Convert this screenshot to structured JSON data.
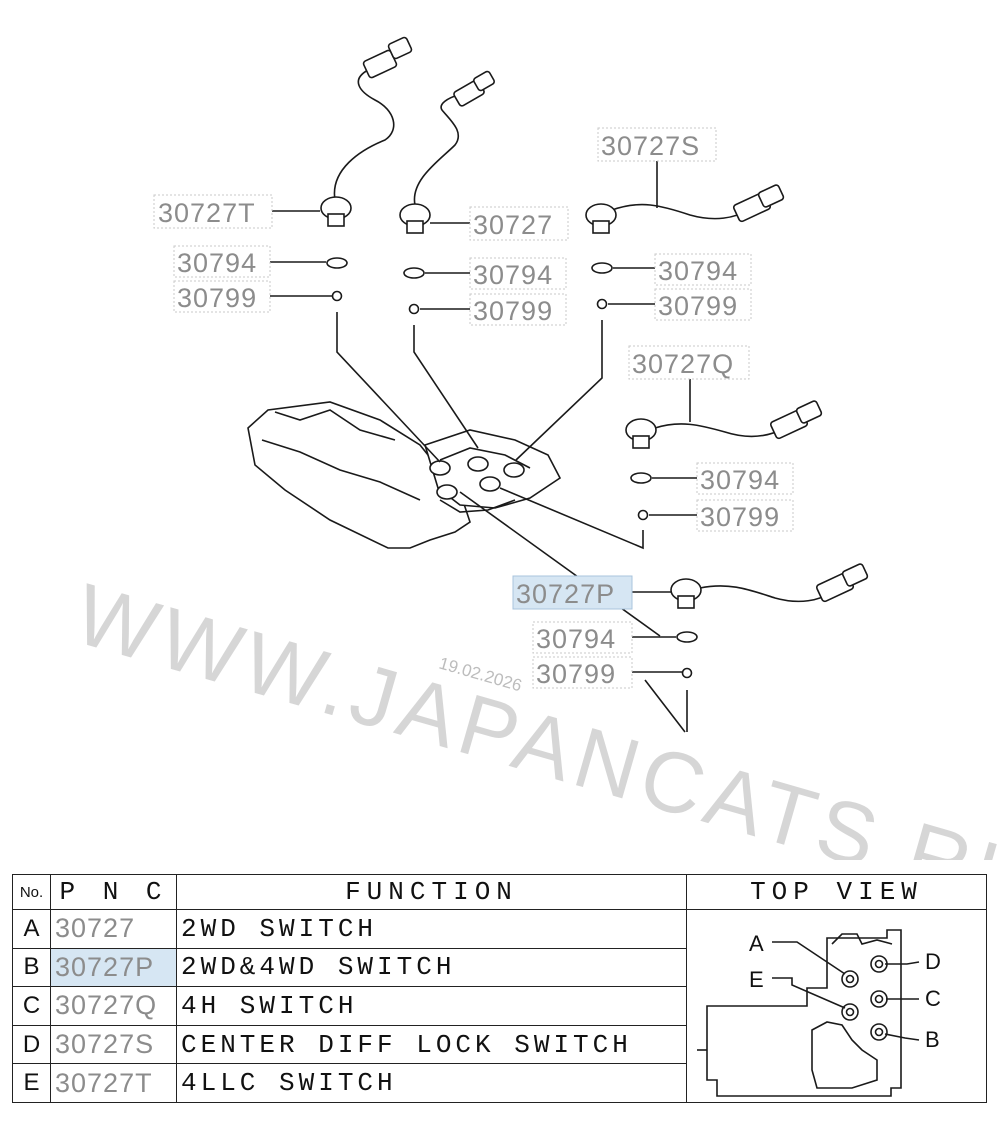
{
  "diagram": {
    "callouts": {
      "t": "30727T",
      "main": "30727",
      "s": "30727S",
      "q": "30727Q",
      "p": "30727P",
      "o1": "30794",
      "o2": "30794",
      "o3": "30794",
      "o4": "30794",
      "o5": "30794",
      "b1": "30799",
      "b2": "30799",
      "b3": "30799",
      "b4": "30799",
      "b5": "30799"
    },
    "highlight_color": "#d6e6f3",
    "label_color": "#8c8c8c"
  },
  "watermark": {
    "text": "WWW.JAPANCATS.RU",
    "date": "19.02.2026"
  },
  "table": {
    "headers": {
      "no": "No.",
      "pnc": "P N C",
      "function": "FUNCTION",
      "top_view": "TOP VIEW"
    },
    "rows": [
      {
        "no": "A",
        "pnc": "30727",
        "function": "2WD SWITCH"
      },
      {
        "no": "B",
        "pnc": "30727P",
        "function": "2WD&4WD SWITCH"
      },
      {
        "no": "C",
        "pnc": "30727Q",
        "function": "4H SWITCH"
      },
      {
        "no": "D",
        "pnc": "30727S",
        "function": "CENTER DIFF LOCK SWITCH"
      },
      {
        "no": "E",
        "pnc": "30727T",
        "function": "4LLC SWITCH"
      }
    ],
    "top_view_labels": {
      "a": "A",
      "b": "B",
      "c": "C",
      "d": "D",
      "e": "E"
    }
  }
}
